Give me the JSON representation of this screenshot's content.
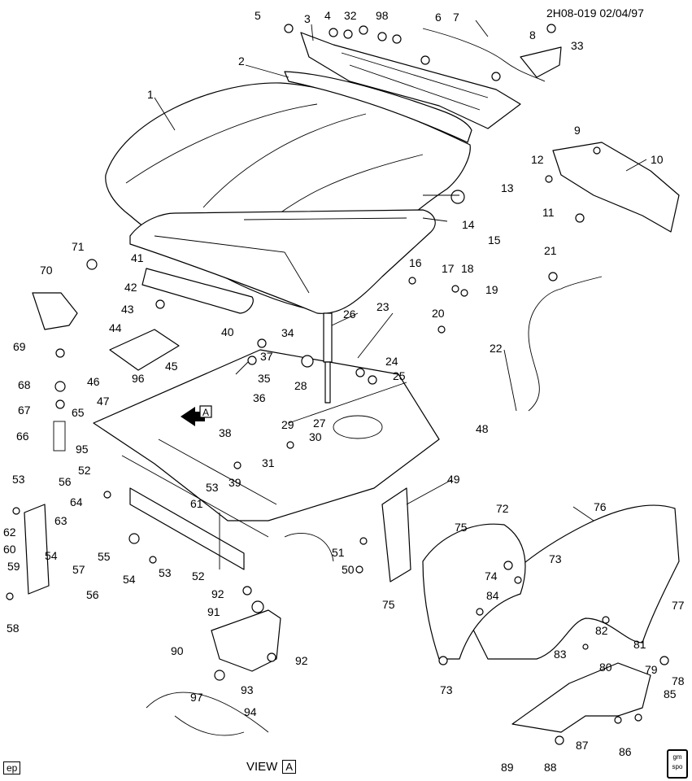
{
  "header": {
    "code": "2H08-019  02/04/97"
  },
  "footer": {
    "tag": "ep",
    "view_label": "VIEW",
    "view_letter": "A"
  },
  "logo": {
    "text": "gm spo"
  },
  "arrow_marker": {
    "letter": "A"
  },
  "callouts": [
    "1",
    "2",
    "3",
    "4",
    "5",
    "6",
    "7",
    "8",
    "9",
    "10",
    "11",
    "12",
    "13",
    "14",
    "15",
    "16",
    "17",
    "18",
    "19",
    "20",
    "21",
    "22",
    "23",
    "24",
    "25",
    "26",
    "27",
    "28",
    "29",
    "30",
    "31",
    "32",
    "33",
    "34",
    "35",
    "36",
    "37",
    "38",
    "39",
    "40",
    "41",
    "42",
    "43",
    "44",
    "45",
    "46",
    "47",
    "48",
    "49",
    "50",
    "51",
    "52",
    "53",
    "54",
    "55",
    "56",
    "57",
    "58",
    "59",
    "60",
    "61",
    "62",
    "63",
    "64",
    "65",
    "66",
    "67",
    "68",
    "69",
    "70",
    "71",
    "72",
    "73",
    "74",
    "75",
    "76",
    "77",
    "78",
    "79",
    "80",
    "81",
    "82",
    "83",
    "84",
    "85",
    "86",
    "87",
    "88",
    "89",
    "90",
    "91",
    "92",
    "93",
    "94",
    "95",
    "96",
    "97",
    "98"
  ]
}
